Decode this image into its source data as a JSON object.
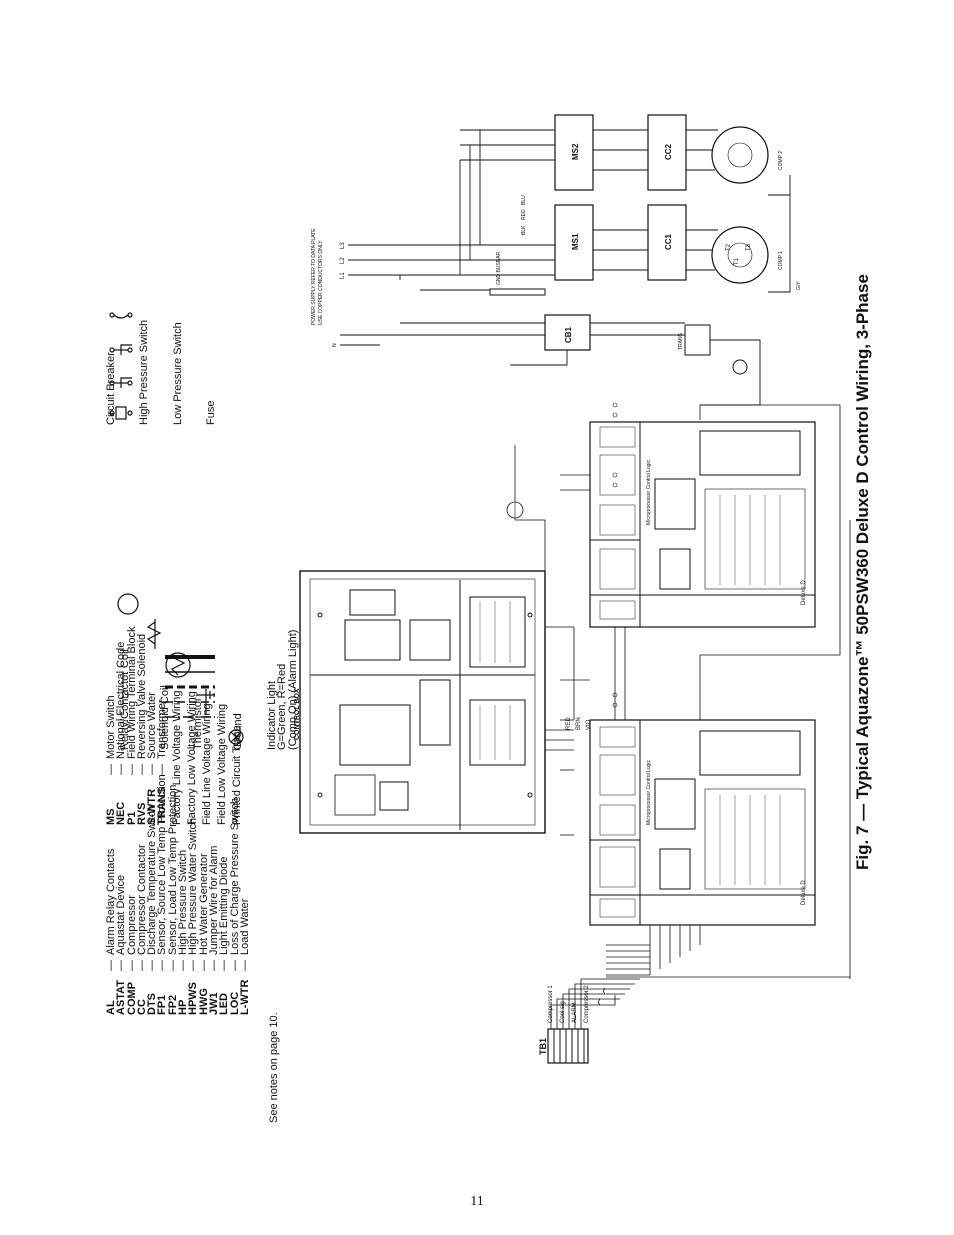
{
  "caption": "Fig. 7 — Typical Aquazone™ 50PSW360 Deluxe D Control Wiring, 3-Phase",
  "see_notes": "See notes on page 10.",
  "page_number": "11",
  "legend_col1": [
    {
      "abbr": "AL",
      "desc": "Alarm Relay Contacts"
    },
    {
      "abbr": "ASTAT",
      "desc": "Aquastat Device"
    },
    {
      "abbr": "COMP",
      "desc": "Compressor"
    },
    {
      "abbr": "CC",
      "desc": "Compressor Contactor"
    },
    {
      "abbr": "DTS",
      "desc": "Discharge Temperature Switch"
    },
    {
      "abbr": "FP1",
      "desc": "Sensor, Source Low Temp Protection"
    },
    {
      "abbr": "FP2",
      "desc": "Sensor, Load Low Temp Protection"
    },
    {
      "abbr": "HP",
      "desc": "High Pressure Switch"
    },
    {
      "abbr": "HPWS",
      "desc": "High Pressure Water Switch"
    },
    {
      "abbr": "HWG",
      "desc": "Hot Water Generator"
    },
    {
      "abbr": "JW1",
      "desc": "Jumper Wire for Alarm"
    },
    {
      "abbr": "LED",
      "desc": "Light Emitting Diode"
    },
    {
      "abbr": "LOC",
      "desc": "Loss of Charge Pressure Switch"
    },
    {
      "abbr": "L-WTR",
      "desc": "Load Water"
    }
  ],
  "legend_col2": [
    {
      "abbr": "MS",
      "desc": "Motor Switch"
    },
    {
      "abbr": "NEC",
      "desc": "National Electrical Code"
    },
    {
      "abbr": "P1",
      "desc": "Field Wiring Terminal Block"
    },
    {
      "abbr": "RVS",
      "desc": "Reversing Valve Solenoid"
    },
    {
      "abbr": "S-WTR",
      "desc": "Source Water"
    },
    {
      "abbr": "TRANS",
      "desc": "Transformer"
    }
  ],
  "wiring_types": [
    "Factory Line Voltage Wiring",
    "Factory Low Voltage Wiring",
    "Field Line Voltage Wiring",
    "Field Low Voltage Wiring",
    "Printed Circuit Trace"
  ],
  "symbols_col1": [
    {
      "icon": "relay-coil-icon",
      "label": "Relay/Contactor Coil"
    },
    {
      "icon": "solenoid-coil-icon",
      "label": "Solenoid Coil"
    },
    {
      "icon": "thermistor-icon",
      "label": "Thermistor"
    },
    {
      "icon": "ground-icon",
      "label": "Ground"
    },
    {
      "icon": "indicator-light-icon",
      "label": "Indicator Light"
    }
  ],
  "indicator_light_note1": "G=Green, R=Red",
  "indicator_light_note2": "(Comp On) (Alarm Light)",
  "symbols_col2": [
    {
      "icon": "circuit-breaker-icon",
      "label": "Circuit Breaker"
    },
    {
      "icon": "high-pressure-switch-icon",
      "label": "High Pressure Switch"
    },
    {
      "icon": "low-pressure-switch-icon",
      "label": "Low Pressure Switch"
    },
    {
      "icon": "fuse-icon",
      "label": "Fuse"
    }
  ],
  "diagram_labels": {
    "control_box": "CONTROL BOX",
    "tb1": "TB1",
    "wire_red": "RED",
    "wire_brn": "BRN",
    "wire_vio": "VIO",
    "ms1": "MS1",
    "ms2": "MS2",
    "cc1": "CC1",
    "cc2": "CC2",
    "cb1": "CB1",
    "gnd_busbar": "GND BUSBAR",
    "comp1": "COMP 1",
    "comp2": "COMP 2",
    "power_supply_note": "POWER SUPPLY REFER TO DATA PLATE",
    "use_copper": "USE COPPER CONDUCTORS ONLY",
    "trans": "TRANS",
    "deluxe_a": "Deluxe D",
    "deluxe_b": "Deluxe D",
    "microprocessor_a": "Microprocessor Control Logic",
    "microprocessor_b": "Microprocessor Control Logic",
    "compressor1": "Compressor 1",
    "compressor2": "Compressor 2",
    "cool_sig": "Cool sig",
    "alarm": "ALARM",
    "l1": "L1",
    "l2": "L2",
    "l3": "L3",
    "t1": "T1",
    "t2": "T2",
    "t3": "T3",
    "blk": "BLK",
    "red": "RED",
    "blu": "BLU",
    "gy": "G/Y",
    "neutral": "N"
  }
}
